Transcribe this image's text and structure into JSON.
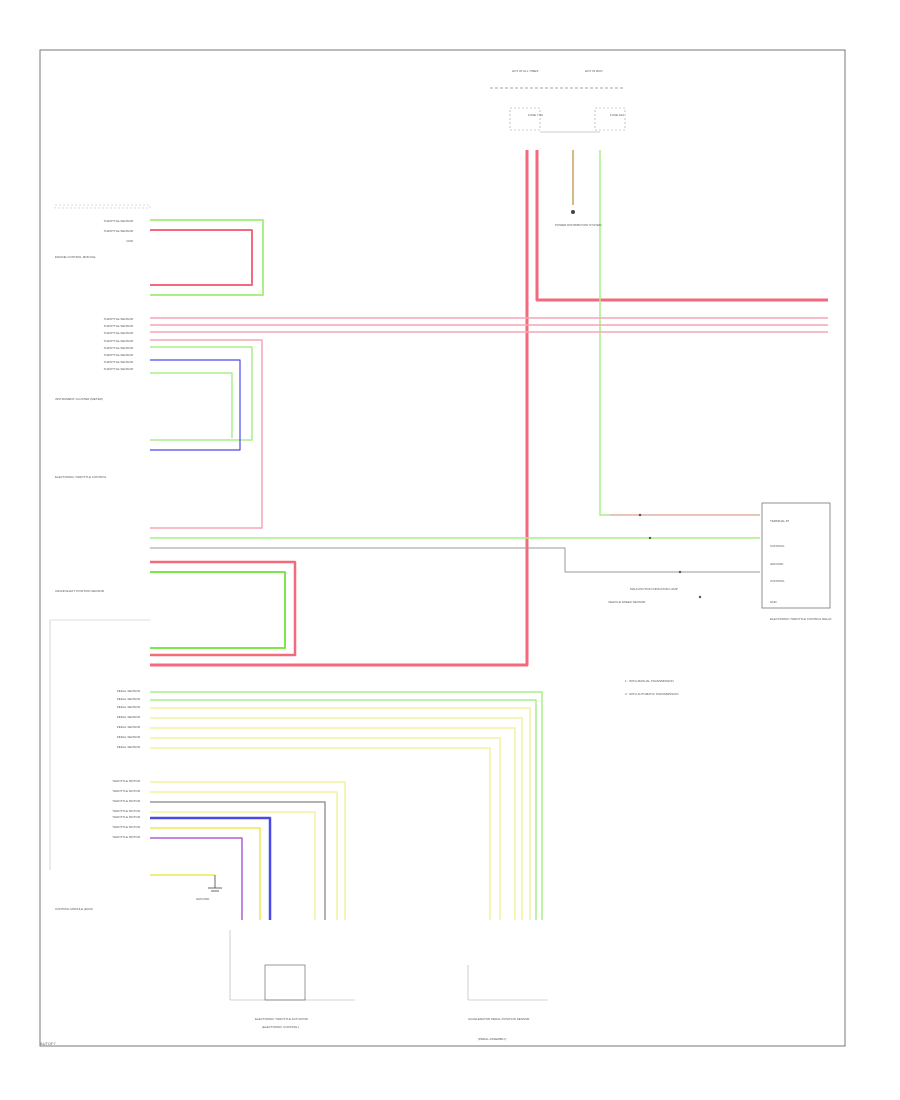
{
  "diagram_code": "AUTOF7",
  "wire_colors": {
    "red": "#f26a7c",
    "green": "#7ce64a",
    "yellow": "#e8e85a",
    "blue": "#4a4ae8",
    "violet": "#b060d0",
    "gray": "#9a9a9a",
    "pink": "#f5a6b5",
    "light_green": "#a9ef8a",
    "light_yellow": "#f2f2a0",
    "tan": "#c8a060"
  },
  "fuse_block": {
    "labels": [
      "HOT AT ALL TIMES",
      "HOT IN RUN"
    ],
    "fuse_left": "FUSE 7.5A",
    "fuse_right": "FUSE 10A"
  },
  "power_distribution": "POWER DISTRIBUTION SYSTEM",
  "components": {
    "ecm_section1": "ENGINE CONTROL MODULE",
    "ecm_section2": "INSTRUMENT CLUSTER (METER)",
    "ecm_section3": "ELECTRONIC THROTTLE CONTROL",
    "ecm_section4": "CRANKSHAFT POSITION SENSOR",
    "ecm_section5": "CONTROL MODULE (ECM)",
    "ground_label": "GROUND",
    "etc_motor": "ELECTRONIC THROTTLE ACTUATOR",
    "etc_motor_sub": "(ELECTRONIC CONTROL)",
    "accel_pedal": "ACCELERATOR PEDAL POSITION SENSOR",
    "accel_pedal_sub": "(PEDAL ASSEMBLY)",
    "relay_box": "CONTROL RELAY",
    "relay_sub": "ELECTRONIC THROTTLE CONTROL RELAY",
    "speed_sensor": "VEHICLE SPEED SENSOR",
    "dtc_lamp": "MALFUNCTION INDICATOR LAMP"
  },
  "relay_pins": [
    "TERMINAL 87",
    "CONTROL",
    "GROUND",
    "CONTROL",
    "GND"
  ],
  "notes": [
    "1 : WITH MANUAL TRANSMISSION",
    "2 : WITH AUTOMATIC TRANSMISSION"
  ],
  "pin_labels": {
    "top_group": [
      "THROTTLE SENSOR",
      "THROTTLE SENSOR",
      "GND"
    ],
    "mid_group": [
      "THROTTLE SENSOR",
      "THROTTLE SENSOR",
      "THROTTLE SENSOR",
      "THROTTLE SENSOR",
      "THROTTLE SENSOR",
      "THROTTLE SENSOR",
      "THROTTLE SENSOR",
      "THROTTLE SENSOR"
    ],
    "pedal_group": [
      "PEDAL SENSOR",
      "PEDAL SENSOR",
      "PEDAL SENSOR",
      "PEDAL SENSOR",
      "PEDAL SENSOR",
      "PEDAL SENSOR",
      "PEDAL SENSOR"
    ],
    "motor_group": [
      "THROTTLE MOTOR",
      "THROTTLE MOTOR",
      "THROTTLE MOTOR",
      "THROTTLE MOTOR",
      "THROTTLE MOTOR",
      "THROTTLE MOTOR",
      "THROTTLE MOTOR"
    ]
  }
}
